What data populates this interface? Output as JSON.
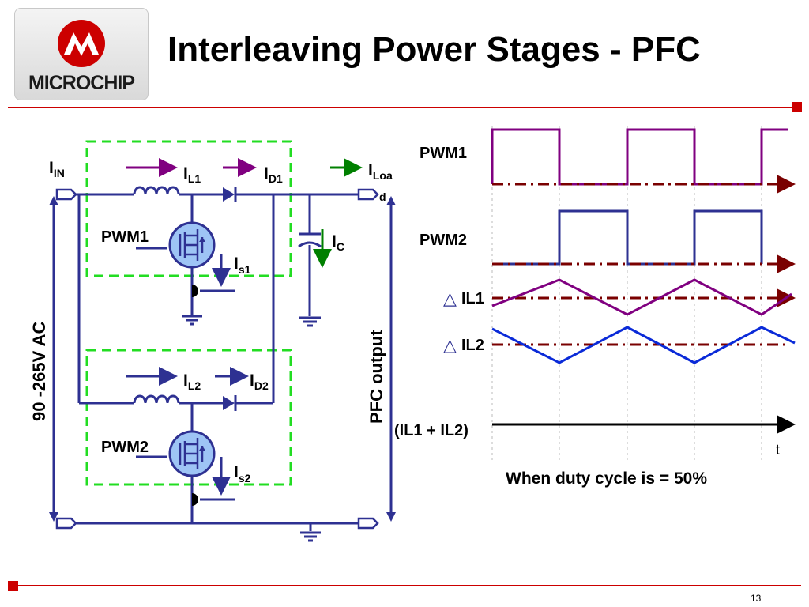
{
  "slide": {
    "title": "Interleaving Power Stages - PFC",
    "page_number": "13",
    "colors": {
      "accent_red": "#cc0000",
      "circuit_blue": "#2e3192",
      "dashed_green": "#22dd22",
      "arrow_purple": "#800080",
      "arrow_green": "#008000"
    }
  },
  "logo": {
    "text": "MICROCHIP",
    "icon": "microchip-logo-icon"
  },
  "circuit": {
    "input_current": {
      "main": "I",
      "sub": "IN"
    },
    "inductor1_current": {
      "main": "I",
      "sub": "L1"
    },
    "diode1_current": {
      "main": "I",
      "sub": "D1"
    },
    "load_current": {
      "main": "I",
      "sub": "Loa",
      "wrap": "d"
    },
    "cap_current": {
      "main": "I",
      "sub": "C"
    },
    "switch1_current": {
      "main": "I",
      "sub": "s1"
    },
    "inductor2_current": {
      "main": "I",
      "sub": "L2"
    },
    "diode2_current": {
      "main": "I",
      "sub": "D2"
    },
    "switch2_current": {
      "main": "I",
      "sub": "s2"
    },
    "pwm1_label": "PWM1",
    "pwm2_label": "PWM2",
    "input_voltage": "90 -265V AC",
    "output_label": "PFC output"
  },
  "waveforms": {
    "pwm1_label": "PWM1",
    "pwm2_label": "PWM2",
    "il1_label": "IL1",
    "il2_label": "IL2",
    "sum_label": "(IL1 + IL2)",
    "time_label": "t",
    "caption": "When duty cycle is = 50%",
    "delta_symbol": "△"
  }
}
